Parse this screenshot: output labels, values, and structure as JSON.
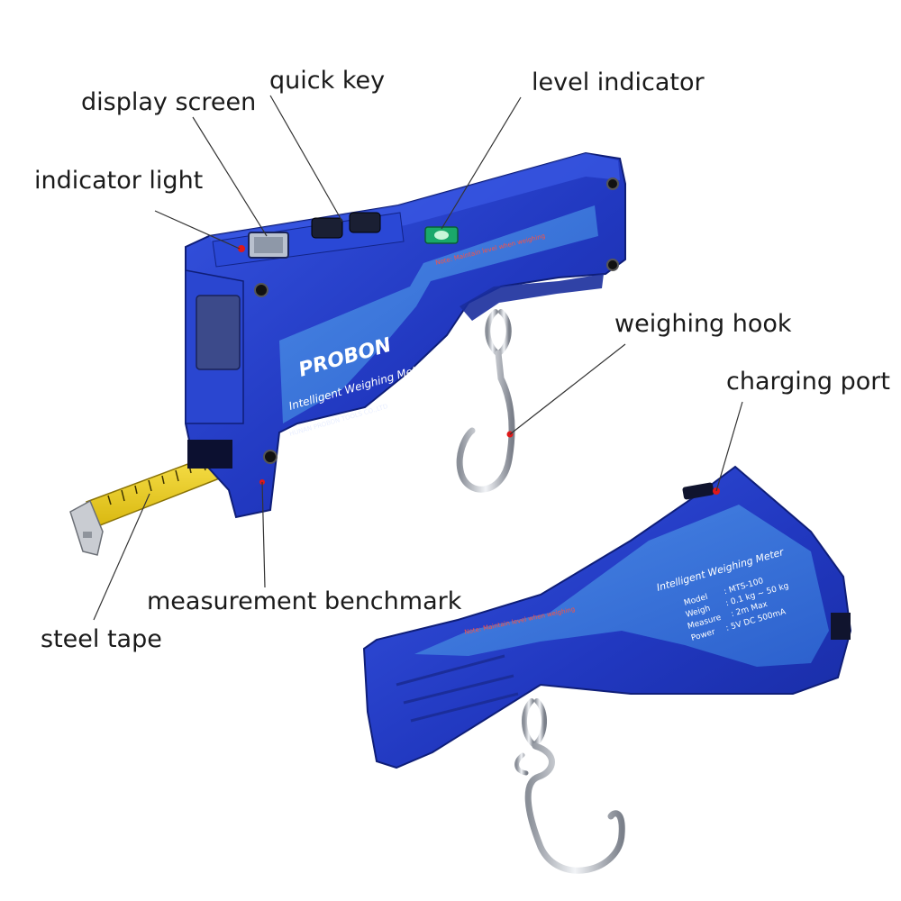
{
  "callouts": {
    "quick_key": "quick key",
    "level_indicator": "level indicator",
    "display_screen": "display screen",
    "indicator_light": "indicator light",
    "weighing_hook": "weighing hook",
    "charging_port": "charging port",
    "measurement_benchmark": "measurement benchmark",
    "steel_tape": "steel tape"
  },
  "device_front": {
    "brand": "PROBON",
    "product_name": "Intelligent Weighing Meter",
    "maker": "HUNAN PROBON TOOLS CO.,LTD",
    "level_note": "Note: Maintain level when weighing"
  },
  "device_back": {
    "product_name": "Intelligent Weighing Meter",
    "spec_rows": [
      {
        "label": "Model",
        "value": ": MTS-100"
      },
      {
        "label": "Weigh",
        "value": ": 0.1 kg ~ 50 kg"
      },
      {
        "label": "Measure",
        "value": ": 2m Max"
      },
      {
        "label": "Power",
        "value": ": 5V DC 500mA"
      }
    ],
    "level_note": "Note: Maintain level when weighing"
  },
  "colors": {
    "body_blue": "#2440c8",
    "panel_blue": "#3d78d8",
    "tape_yellow": "#f1d21c",
    "marker_red": "#e01818"
  }
}
